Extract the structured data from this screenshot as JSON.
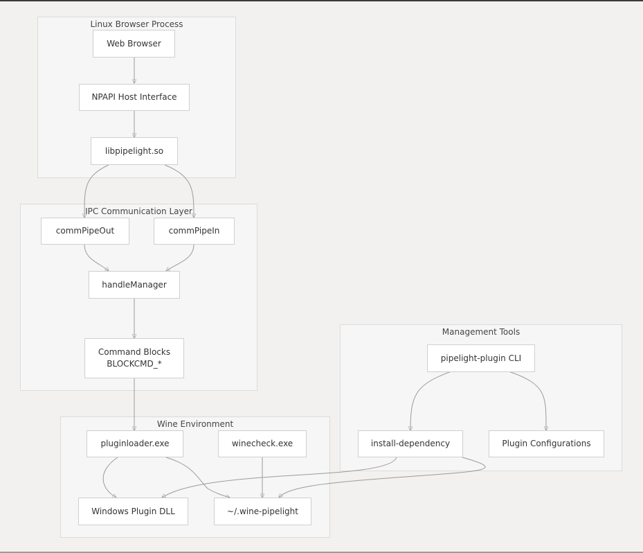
{
  "diagram": {
    "groups": {
      "linux_browser": "Linux Browser Process",
      "ipc_layer": "IPC Communication Layer",
      "wine_env": "Wine Environment",
      "management": "Management Tools"
    },
    "nodes": {
      "web_browser": "Web Browser",
      "npapi_host": "NPAPI Host Interface",
      "libpipelight": "libpipelight.so",
      "comm_pipe_out": "commPipeOut",
      "comm_pipe_in": "commPipeIn",
      "handle_manager": "handleManager",
      "command_blocks_line1": "Command Blocks",
      "command_blocks_line2": "BLOCKCMD_*",
      "pluginloader": "pluginloader.exe",
      "winecheck": "winecheck.exe",
      "windows_plugin_dll": "Windows Plugin DLL",
      "wine_pipelight": "~/.wine-pipelight",
      "pipelight_cli": "pipelight-plugin CLI",
      "install_dependency": "install-dependency",
      "plugin_configs": "Plugin Configurations"
    }
  }
}
